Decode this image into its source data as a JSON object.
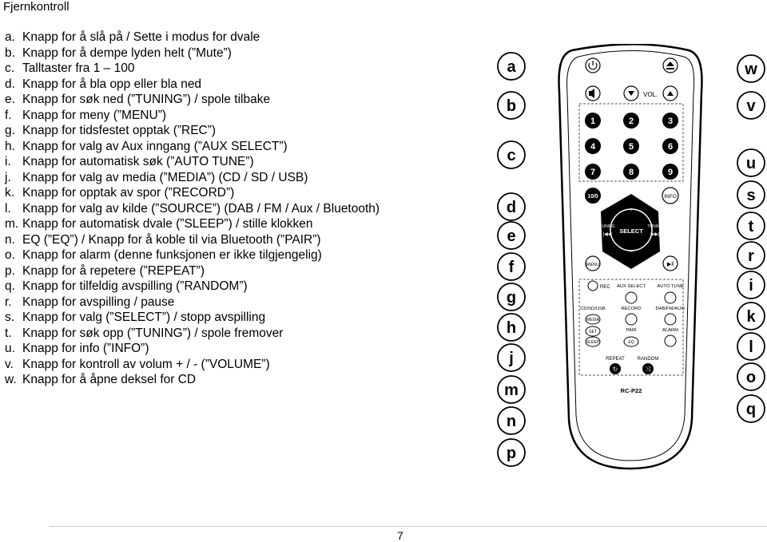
{
  "title": "Fjernkontroll",
  "items": [
    {
      "letter": "a.",
      "text": "Knapp for å slå på / Sette i modus for dvale"
    },
    {
      "letter": "b.",
      "text": "Knapp for å dempe lyden helt (”Mute”)"
    },
    {
      "letter": "c.",
      "text": "Talltaster fra 1 – 100"
    },
    {
      "letter": "d.",
      "text": "Knapp for å bla opp eller bla ned"
    },
    {
      "letter": "e.",
      "text": "Knapp for søk ned (”TUNING”) / spole tilbake"
    },
    {
      "letter": "f.",
      "text": "Knapp for meny (”MENU”)"
    },
    {
      "letter": "g.",
      "text": "Knapp for tidsfestet opptak (”REC”)"
    },
    {
      "letter": "h.",
      "text": "Knapp for valg av Aux inngang (”AUX SELECT”)"
    },
    {
      "letter": "i.",
      "text": "Knapp for automatisk søk (”AUTO TUNE”)"
    },
    {
      "letter": "j.",
      "text": "Knapp for valg av media (”MEDIA”) (CD / SD / USB)"
    },
    {
      "letter": "k.",
      "text": "Knapp for opptak av spor (”RECORD”)"
    },
    {
      "letter": "l.",
      "text": "Knapp for valg av kilde (”SOURCE”) (DAB / FM / Aux / Bluetooth)"
    },
    {
      "letter": "m.",
      "text": "Knapp for automatisk dvale (”SLEEP”) / stille klokken"
    },
    {
      "letter": "n.",
      "text": "EQ (”EQ”) / Knapp for å koble til via Bluetooth (”PAIR”)"
    },
    {
      "letter": "o.",
      "text": "Knapp for alarm (denne funksjonen er ikke tilgjengelig)"
    },
    {
      "letter": "p.",
      "text": "Knapp for å repetere (”REPEAT”)"
    },
    {
      "letter": "q.",
      "text": "Knapp for tilfeldig avspilling (”RANDOM”)"
    },
    {
      "letter": "r.",
      "text": "Knapp for avspilling / pause"
    },
    {
      "letter": "s.",
      "text": "Knapp for valg (”SELECT”) / stopp avspilling"
    },
    {
      "letter": "t.",
      "text": "Knapp for søk opp (”TUNING”) / spole fremover"
    },
    {
      "letter": "u.",
      "text": "Knapp for info (”INFO”)"
    },
    {
      "letter": "v.",
      "text": "Knapp for kontroll av volum  + / - (”VOLUME”)"
    },
    {
      "letter": "w.",
      "text": "Knapp for å åpne deksel for CD"
    }
  ],
  "remote": {
    "callouts_left": [
      "a",
      "b",
      "c",
      "d",
      "e",
      "f",
      "g",
      "h",
      "j",
      "m",
      "n",
      "p"
    ],
    "callouts_right": [
      "w",
      "v",
      "u",
      "s",
      "t",
      "r",
      "i",
      "k",
      "l",
      "o",
      "q"
    ],
    "vol_label": "VOL.",
    "digits": [
      "1",
      "2",
      "3",
      "4",
      "5",
      "6",
      "7",
      "8",
      "9"
    ],
    "ten_label": "10/0",
    "info_label": "INFO",
    "tuning_label": "TUNING",
    "select_label": "SELECT",
    "menu_label": "MENU",
    "rec_label": "REC",
    "aux_select_label": "AUX SELECT",
    "auto_tune_label": "AUTO TUNE",
    "cd_sd_usb_label": "CD/SD/USB",
    "record_label": "RECORD",
    "dab_label": "DAB/FM/AUX/",
    "media_label": "MEDIA",
    "set_label": "SET",
    "pair_label": "PAIR",
    "alarm_label": "ALARM",
    "sleep_label": "SLEEP",
    "eq_label": "EQ",
    "repeat_label": "REPEAT",
    "random_label": "RANDOM",
    "model_label": "RC-P22"
  },
  "page_number": "7"
}
